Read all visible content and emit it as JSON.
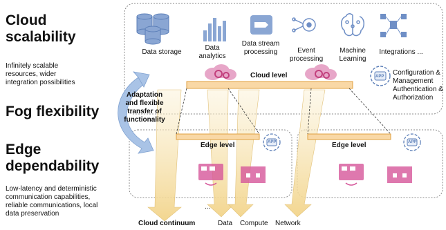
{
  "left": {
    "cloud_heading_1": "Cloud",
    "cloud_heading_2": "scalability",
    "cloud_desc_1": "Infinitely scalable",
    "cloud_desc_2": "resources, wider",
    "cloud_desc_3": "integration possibilities",
    "fog_heading": "Fog flexibility",
    "edge_heading_1": "Edge",
    "edge_heading_2": "dependability",
    "edge_desc_1": "Low-latency and deterministic",
    "edge_desc_2": "communication capabilities,",
    "edge_desc_3": "reliable communications, local",
    "edge_desc_4": "data preservation"
  },
  "adaptation": {
    "line1": "Adaptation",
    "line2": "and flexible",
    "line3": "transfer of",
    "line4": "functionality"
  },
  "cloud_services": [
    {
      "l1": "Data storage",
      "l2": "",
      "icon": "database-icon"
    },
    {
      "l1": "Data",
      "l2": "analytics",
      "icon": "bar-chart-icon"
    },
    {
      "l1": "Data stream",
      "l2": "processing",
      "icon": "stream-icon"
    },
    {
      "l1": "Event",
      "l2": "processing",
      "icon": "event-icon"
    },
    {
      "l1": "Machine",
      "l2": "Learning",
      "icon": "brain-icon"
    },
    {
      "l1": "Integrations ...",
      "l2": "",
      "icon": "network-icon"
    }
  ],
  "cloud_level_label": "Cloud level",
  "config": {
    "l1": "Configuration &",
    "l2": "Management",
    "l3": "Authentication &",
    "l4": "Authorization"
  },
  "app_badge": "APP",
  "edge_level_label": "Edge level",
  "ellipsis": "...",
  "bottom": {
    "continuum": "Cloud continuum",
    "data": "Data",
    "compute": "Compute",
    "network": "Network"
  },
  "colors": {
    "bar_fill": "#f9d8a6",
    "bar_stroke": "#e0a040",
    "arrow_fill": "#f7e7b8",
    "pink": "#d6569a",
    "blue_icon": "#6f8fc6",
    "adapt_arrow": "#a9c3e6"
  }
}
